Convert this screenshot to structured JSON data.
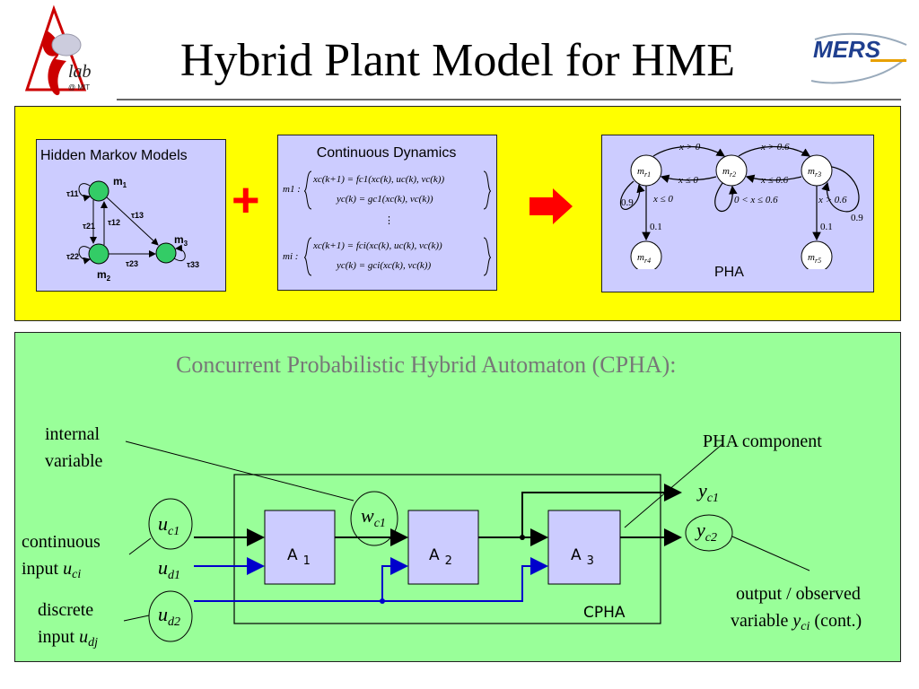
{
  "slide": {
    "title": "Hybrid Plant Model for HME",
    "logo_left": {
      "icon": "ilab-mit-logo",
      "text": "lab",
      "subtext": "@ MIT"
    },
    "logo_right": {
      "icon": "mers-logo",
      "text": "MERS"
    }
  },
  "top_section": {
    "hmm": {
      "title": "Hidden Markov Models",
      "states": [
        "m",
        "m",
        "m"
      ],
      "state_subs": [
        "1",
        "2",
        "3"
      ],
      "transitions": [
        "τ11",
        "τ21",
        "τ12",
        "τ13",
        "τ22",
        "τ23",
        "τ33"
      ]
    },
    "plus_sign": "+",
    "continuous_dynamics": {
      "title": "Continuous Dynamics",
      "mode1_label": "m1 :",
      "mode1_line1": "xc(k+1) = fc1(xc(k), uc(k), vc(k))",
      "mode1_line2": "yc(k) = gc1(xc(k), vc(k))",
      "ellipsis": "⋮",
      "model_label": "mi :",
      "model_line1": "xc(k+1) = fci(xc(k), uc(k), vc(k))",
      "model_line2": "yc(k) = gci(xc(k), vc(k))"
    },
    "arrow": "right-arrow-icon",
    "pha": {
      "label": "PHA",
      "modes": [
        "m",
        "m",
        "m",
        "m",
        "m"
      ],
      "mode_subs": [
        "r1",
        "r2",
        "r3",
        "r4",
        "r5"
      ],
      "guards": {
        "g12": "x > 0",
        "g23": "x > 0.6",
        "g21": "x ≤ 0",
        "g32": "x ≤ 0.6",
        "g1self": "x ≤ 0",
        "g2self": "0 < x ≤ 0.6",
        "g3self": "x > 0.6"
      },
      "probabilities": {
        "p1self": "0.9",
        "p14": "0.1",
        "p35": "0.1",
        "p3self": "0.9"
      }
    }
  },
  "bottom_section": {
    "heading": "Concurrent Probabilistic Hybrid Automaton (CPHA):",
    "labels": {
      "internal_variable_1": "internal",
      "internal_variable_2": "variable",
      "pha_component": "PHA component",
      "continuous_input_1": "continuous",
      "continuous_input_2": "input ",
      "continuous_input_var": "u",
      "continuous_input_sub": "ci",
      "discrete_input_1": "discrete",
      "discrete_input_2": "input ",
      "discrete_input_var": "u",
      "discrete_input_sub": "dj",
      "output_1": "output / observed",
      "output_2": "variable ",
      "output_var": "y",
      "output_sub": "ci",
      "output_suffix": " (cont.)",
      "cpha_box": "CPHA"
    },
    "signals": {
      "uc1": {
        "base": "u",
        "sub": "c1"
      },
      "ud1": {
        "base": "u",
        "sub": "d1"
      },
      "ud2": {
        "base": "u",
        "sub": "d2"
      },
      "wc1": {
        "base": "w",
        "sub": "c1"
      },
      "yc1": {
        "base": "y",
        "sub": "c1"
      },
      "yc2": {
        "base": "y",
        "sub": "c2"
      }
    },
    "components": [
      {
        "label": "A",
        "sub": "1"
      },
      {
        "label": "A",
        "sub": "2"
      },
      {
        "label": "A",
        "sub": "3"
      }
    ],
    "colors": {
      "discrete_wire": "#0000cc",
      "continuous_wire": "#000000",
      "component_fill": "#ccccff"
    }
  }
}
